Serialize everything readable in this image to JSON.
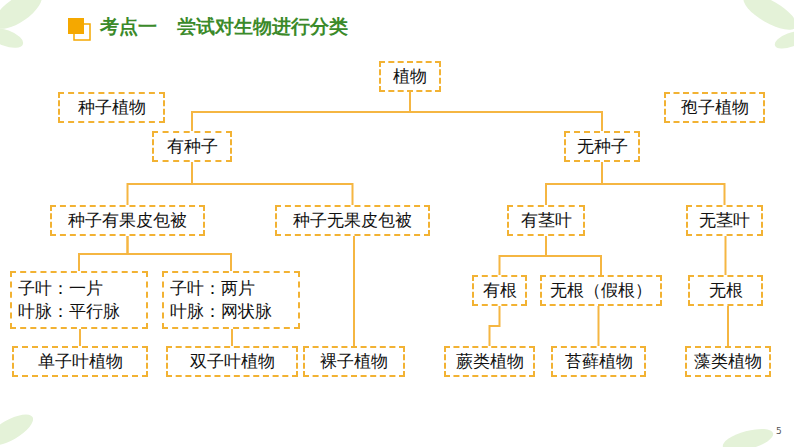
{
  "diagram": {
    "title": "考点一   尝试对生物进行分类",
    "nodes": [
      {
        "text": [
          "植物"
        ]
      },
      {
        "text": [
          "种子植物"
        ]
      },
      {
        "text": [
          "孢子植物"
        ]
      },
      {
        "text": [
          "有种子"
        ]
      },
      {
        "text": [
          "无种子"
        ]
      },
      {
        "text": [
          "种子有果皮包被"
        ]
      },
      {
        "text": [
          "种子无果皮包被"
        ]
      },
      {
        "text": [
          "有茎叶"
        ]
      },
      {
        "text": [
          "无茎叶"
        ]
      },
      {
        "text": [
          "子叶：一片",
          "叶脉：平行脉"
        ]
      },
      {
        "text": [
          "子叶：两片",
          "叶脉：网状脉"
        ]
      },
      {
        "text": [
          "有根"
        ]
      },
      {
        "text": [
          "无根（假根）"
        ]
      },
      {
        "text": [
          "无根"
        ]
      },
      {
        "text": [
          "单子叶植物"
        ]
      },
      {
        "text": [
          "双子叶植物"
        ]
      },
      {
        "text": [
          "裸子植物"
        ]
      },
      {
        "text": [
          "蕨类植物"
        ]
      },
      {
        "text": [
          "苔藓植物"
        ]
      },
      {
        "text": [
          "藻类植物"
        ]
      }
    ],
    "edges": [
      {
        "from": 0,
        "to": 3,
        "arrow": "none"
      },
      {
        "from": 0,
        "to": 4,
        "arrow": "none"
      },
      {
        "from": 3,
        "to": 5,
        "arrow": "none"
      },
      {
        "from": 3,
        "to": 6,
        "arrow": "none"
      },
      {
        "from": 4,
        "to": 7,
        "arrow": "none"
      },
      {
        "from": 4,
        "to": 8,
        "arrow": "none"
      },
      {
        "from": 5,
        "to": 9,
        "arrow": "none"
      },
      {
        "from": 5,
        "to": 10,
        "arrow": "none"
      },
      {
        "from": 7,
        "to": 11,
        "arrow": "none"
      },
      {
        "from": 7,
        "to": 12,
        "arrow": "none"
      },
      {
        "from": 8,
        "to": 13,
        "arrow": "none"
      },
      {
        "from": 9,
        "to": 14,
        "arrow": "none"
      },
      {
        "from": 10,
        "to": 15,
        "arrow": "none"
      },
      {
        "from": 6,
        "to": 16,
        "arrow": "none"
      },
      {
        "from": 11,
        "to": 17,
        "arrow": "none"
      },
      {
        "from": 12,
        "to": 18,
        "arrow": "none"
      },
      {
        "from": 13,
        "to": 19,
        "arrow": "none"
      }
    ],
    "labels": [
      "5"
    ]
  }
}
